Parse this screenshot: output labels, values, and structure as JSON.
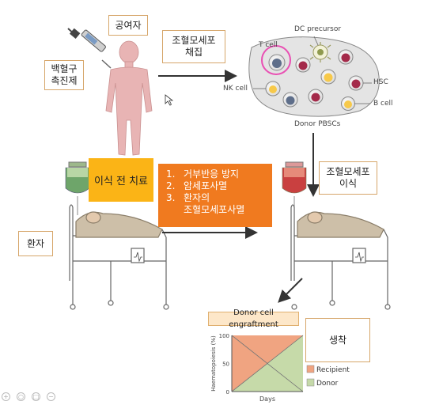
{
  "labels": {
    "donor": "공여자",
    "leukocyte_mobilizer": "백혈구\n촉진제",
    "collection": "조혈모세포\n채집",
    "transplant": "조혈모세포\n이식",
    "patient": "환자",
    "pre_treatment": "이식 전 치료",
    "engraftment_result": "생착"
  },
  "treatment_goals": [
    {
      "num": "1.",
      "text": "거부반응 방지"
    },
    {
      "num": "2.",
      "text": "암세포사멸"
    },
    {
      "num": "3.",
      "text": "환자의\n조혈모세포사멸"
    }
  ],
  "pbsc": {
    "dc_precursor": "DC precursor",
    "t_cell": "T cell",
    "nk_cell": "NK cell",
    "hsc": "HSC",
    "b_cell": "B cell",
    "donor_pbscs": "Donor PBSCs"
  },
  "engraftment_chart_title": "Donor cell engraftment",
  "chart_data": {
    "type": "area",
    "ylabel": "Haematopoiesis (%)",
    "xlabel": "Days",
    "ylim": [
      0,
      100
    ],
    "yticks": [
      "0",
      "50",
      "100"
    ],
    "x": [
      0,
      1
    ],
    "series": [
      {
        "name": "Recipient",
        "values": [
          100,
          0
        ],
        "color": "#f0a481"
      },
      {
        "name": "Donor",
        "values": [
          0,
          100
        ],
        "color": "#c5d9a9"
      }
    ],
    "legend": "right"
  },
  "colors": {
    "orange": "#f07a1f",
    "yellow": "#fbb416",
    "body": "#e8b4b4",
    "pink_ring": "#e94fb3"
  },
  "icons": [
    "syringe-icon",
    "human-figure-icon",
    "iv-bag-icon",
    "hospital-bed-icon",
    "cursor-icon"
  ]
}
